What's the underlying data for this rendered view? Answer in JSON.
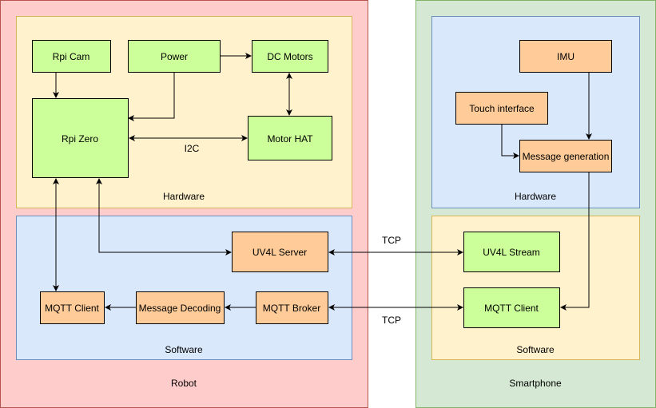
{
  "colors": {
    "robot_fill": "#ffcccc",
    "robot_stroke": "#b85450",
    "smartphone_fill": "#d5e8d4",
    "smartphone_stroke": "#82b366",
    "hardware_fill": "#fff2cc",
    "hardware_stroke": "#d6b656",
    "software_fill": "#dae8fc",
    "software_stroke": "#6c8ebf",
    "green_node_fill": "#ccff99",
    "green_node_stroke": "#000000",
    "orange_node_fill": "#ffcc99",
    "orange_node_stroke": "#000000",
    "edge": "#000000"
  },
  "containers": {
    "robot": "Robot",
    "robot_hardware": "Hardware",
    "robot_software": "Software",
    "smartphone": "Smartphone",
    "smartphone_hardware": "Hardware",
    "smartphone_software": "Software"
  },
  "nodes": {
    "rpi_cam": "Rpi Cam",
    "power": "Power",
    "dc_motors": "DC Motors",
    "rpi_zero": "Rpi Zero",
    "motor_hat": "Motor HAT",
    "uv4l_server": "UV4L Server",
    "mqtt_client_robot": "MQTT Client",
    "message_decoding": "Message Decoding",
    "mqtt_broker": "MQTT Broker",
    "imu": "IMU",
    "touch_interface": "Touch interface",
    "message_generation": "Message generation",
    "uv4l_stream": "UV4L Stream",
    "mqtt_client_phone": "MQTT Client"
  },
  "edge_labels": {
    "i2c": "I2C",
    "tcp_stream": "TCP",
    "tcp_mqtt": "TCP"
  }
}
